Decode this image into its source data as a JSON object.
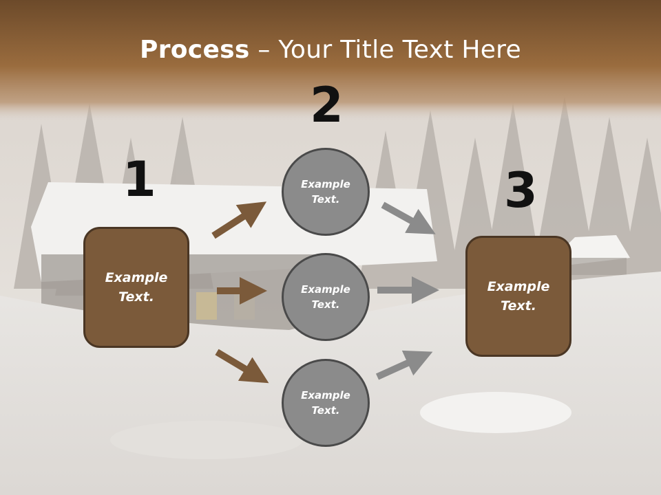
{
  "title": {
    "bold": "Process",
    "dash": " – ",
    "rest": "Your Title Text Here"
  },
  "steps": [
    {
      "number": "1",
      "text": "Example\nText."
    },
    {
      "number": "2",
      "text": "Example\nText."
    },
    {
      "number": "3",
      "text": "Example\nText."
    }
  ],
  "circles": [
    {
      "text": "Example\nText."
    },
    {
      "text": "Example\nText."
    },
    {
      "text": "Example\nText."
    }
  ],
  "colors": {
    "header_brown": "#8c6237",
    "box_brown": "#7b5a3a",
    "circle_gray": "#8b8b8b",
    "arrow_brown": "#7b5a3a",
    "arrow_gray": "#8b8b8b"
  }
}
